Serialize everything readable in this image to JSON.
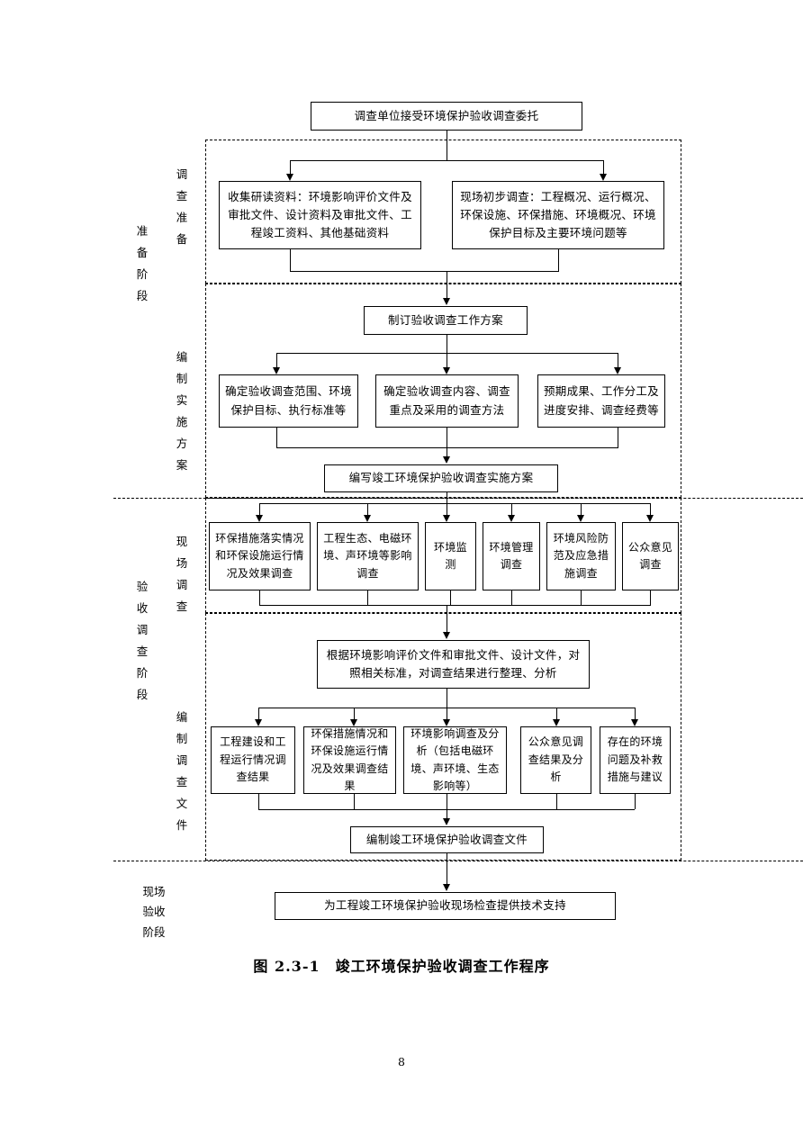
{
  "document": {
    "caption": "图 2.3-1　竣工环境保护验收调查工作程序",
    "page_number": "8"
  },
  "stage_labels": {
    "preparation_stage": [
      "准",
      "备",
      "阶",
      "段"
    ],
    "acceptance_stage": [
      "验",
      "收",
      "调",
      "查",
      "阶",
      "段"
    ],
    "onsite_acceptance_stage": [
      "现场",
      "验收",
      "阶段"
    ]
  },
  "group_labels": {
    "investigation_preparation": [
      "调",
      "查",
      "准",
      "备"
    ],
    "implementation_plan": [
      "编",
      "制",
      "实",
      "施",
      "方",
      "案"
    ],
    "onsite_investigation": [
      "现",
      "场",
      "调",
      "查"
    ],
    "document_preparation": [
      "编",
      "制",
      "调",
      "查",
      "文",
      "件"
    ]
  },
  "nodes": {
    "start": "调查单位接受环境保护验收调查委托",
    "prep_left": "收集研读资料：环境影响评价文件及审批文件、设计资料及审批文件、工程竣工资料、其他基础资料",
    "prep_right": "现场初步调查：工程概况、运行概况、环保设施、环保措施、环境概况、环境保护目标及主要环境问题等",
    "plan_title": "制订验收调查工作方案",
    "plan_a": "确定验收调查范围、环境保护目标、执行标准等",
    "plan_b": "确定验收调查内容、调查重点及采用的调查方法",
    "plan_c": "预期成果、工作分工及进度安排、调查经费等",
    "plan_output": "编写竣工环境保护验收调查实施方案",
    "survey_1": "环保措施落实情况和环保设施运行情况及效果调查",
    "survey_2": "工程生态、电磁环境、声环境等影响调查",
    "survey_3": "环境监测",
    "survey_4": "环境管理调查",
    "survey_5": "环境风险防范及应急措施调查",
    "survey_6": "公众意见调查",
    "analysis": "根据环境影响评价文件和审批文件、设计文件，对照相关标准，对调查结果进行整理、分析",
    "result_1": "工程建设和工程运行情况调查结果",
    "result_2": "环保措施情况和环保设施运行情况及效果调查结果",
    "result_3": "环境影响调查及分析（包括电磁环境、声环境、生态影响等）",
    "result_4": "公众意见调查结果及分析",
    "result_5": "存在的环境问题及补救措施与建议",
    "doc_output": "编制竣工环境保护验收调查文件",
    "final": "为工程竣工环境保护验收现场检查提供技术支持"
  }
}
